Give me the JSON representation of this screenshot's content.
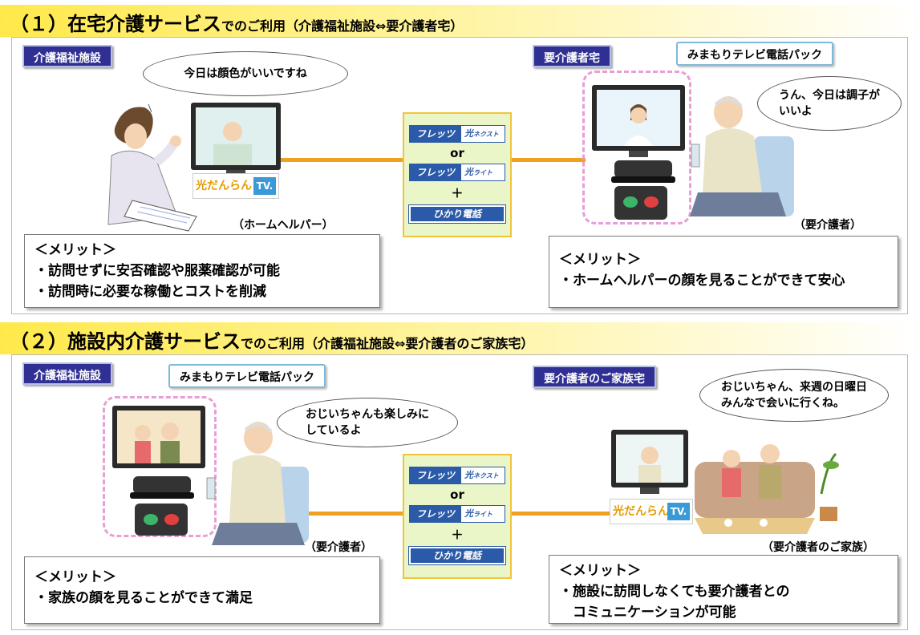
{
  "section1": {
    "heading_main": "（１）在宅介護サービス",
    "heading_sub": "でのご利用（介護福祉施設⇔要介護者宅）",
    "left_tag": "介護福祉施設",
    "right_tag": "要介護者宅",
    "pack_label": "みまもりテレビ電話パック",
    "left_bubble": "今日は顔色がいいですね",
    "right_bubble": "うん、今日は調子が\nいいよ",
    "left_caption": "（ホームヘルパー）",
    "right_caption": "（要介護者）",
    "left_merit": {
      "title": "＜メリット＞",
      "items": [
        "・訪問せずに安否確認や服薬確認が可能",
        "・訪問時に必要な稼働とコストを削減"
      ]
    },
    "right_merit": {
      "title": "＜メリット＞",
      "items": [
        "・ホームヘルパーの顔を見ることができて安心"
      ]
    }
  },
  "section2": {
    "heading_main": "（２）施設内介護サービス",
    "heading_sub": "でのご利用（介護福祉施設⇔要介護者のご家族宅）",
    "left_tag": "介護福祉施設",
    "right_tag": "要介護者のご家族宅",
    "pack_label": "みまもりテレビ電話パック",
    "left_bubble": "おじいちゃんも楽しみに\nしているよ",
    "right_bubble": "おじいちゃん、来週の日曜日\nみんなで会いに行くね。",
    "left_caption": "（要介護者）",
    "right_caption": "（要介護者のご家族）",
    "left_merit": {
      "title": "＜メリット＞",
      "items": [
        "・家族の顔を見ることができて満足"
      ]
    },
    "right_merit": {
      "title": "＜メリット＞",
      "items": [
        "・施設に訪問しなくても要介護者との",
        "　コミュニケーションが可能"
      ]
    }
  },
  "service": {
    "flets": "フレッツ",
    "hikari": "光",
    "next": "ネクスト",
    "light": "ライト",
    "or": "or",
    "plus": "＋",
    "hikari_denwa": "ひかり電話"
  },
  "dandan_tv": {
    "hikari": "光だんらん",
    "tv": "TV."
  },
  "colors": {
    "tag_bg": "#2f2f94",
    "line": "#f0a020",
    "pink": "#e89ed6",
    "heading": "#ffe94a",
    "logo_blue": "#2a5aa8"
  }
}
